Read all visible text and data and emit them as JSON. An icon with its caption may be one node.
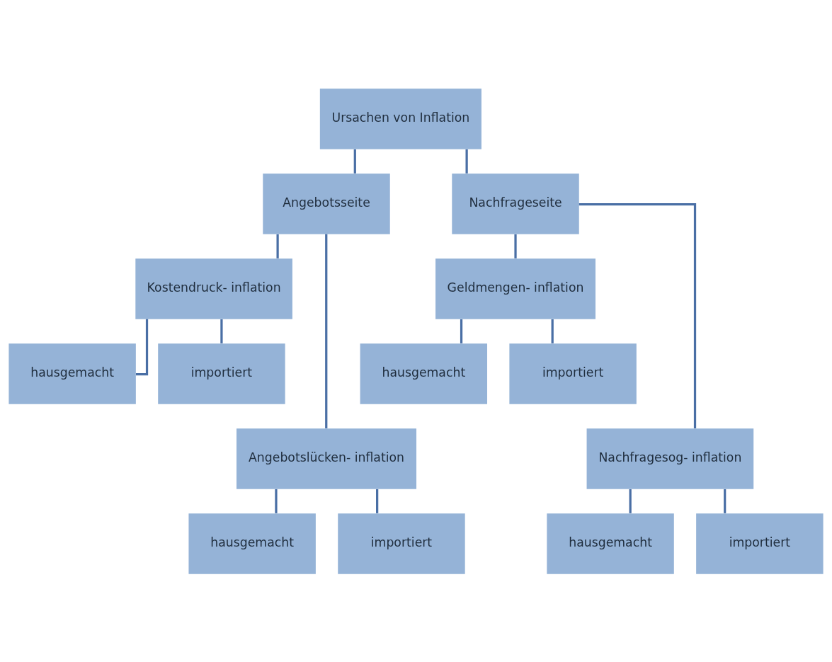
{
  "diagram": {
    "nodes": [
      {
        "text": [
          "Ursachen von Inflation"
        ]
      },
      {
        "text": [
          "Angebotsseite"
        ]
      },
      {
        "text": [
          "Nachfrageseite"
        ]
      },
      {
        "text": [
          "Kostendruck- inflation"
        ]
      },
      {
        "text": [
          "Geldmengen- inflation"
        ]
      },
      {
        "text": [
          "hausgemacht"
        ]
      },
      {
        "text": [
          "importiert"
        ]
      },
      {
        "text": [
          "hausgemacht"
        ]
      },
      {
        "text": [
          "importiert"
        ]
      },
      {
        "text": [
          "Angebotslücken- inflation"
        ]
      },
      {
        "text": [
          "Nachfragesog- inflation"
        ]
      },
      {
        "text": [
          "hausgemacht"
        ]
      },
      {
        "text": [
          "importiert"
        ]
      },
      {
        "text": [
          "hausgemacht"
        ]
      },
      {
        "text": [
          "importiert"
        ]
      }
    ],
    "edges": [
      {
        "from": 0,
        "to": 1,
        "arrow": "none"
      },
      {
        "from": 0,
        "to": 2,
        "arrow": "none"
      },
      {
        "from": 1,
        "to": 3,
        "arrow": "none"
      },
      {
        "from": 1,
        "to": 9,
        "arrow": "none"
      },
      {
        "from": 2,
        "to": 4,
        "arrow": "none"
      },
      {
        "from": 2,
        "to": 10,
        "arrow": "none"
      },
      {
        "from": 3,
        "to": 5,
        "arrow": "none"
      },
      {
        "from": 3,
        "to": 6,
        "arrow": "none"
      },
      {
        "from": 4,
        "to": 7,
        "arrow": "none"
      },
      {
        "from": 4,
        "to": 8,
        "arrow": "none"
      },
      {
        "from": 9,
        "to": 11,
        "arrow": "none"
      },
      {
        "from": 9,
        "to": 12,
        "arrow": "none"
      },
      {
        "from": 10,
        "to": 13,
        "arrow": "none"
      },
      {
        "from": 10,
        "to": 14,
        "arrow": "none"
      }
    ]
  }
}
